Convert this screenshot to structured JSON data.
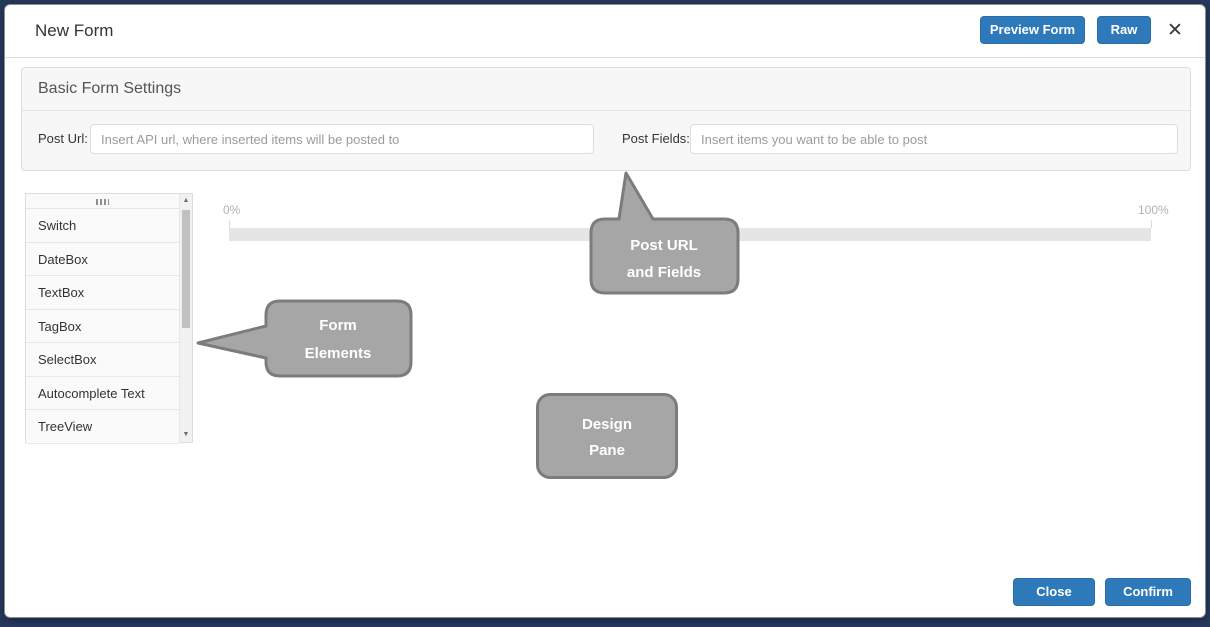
{
  "dialog": {
    "title": "New Form",
    "preview_button": "Preview Form",
    "raw_button": "Raw"
  },
  "icons": {
    "close": "✕",
    "scroll_up": "▲",
    "scroll_down": "▼"
  },
  "settings": {
    "title": "Basic Form Settings",
    "post_url": {
      "label": "Post Url:",
      "value": "",
      "placeholder": "Insert API url, where inserted items will be posted to"
    },
    "post_fields": {
      "label": "Post Fields:",
      "value": "",
      "placeholder": "Insert items you want to be able to post"
    }
  },
  "elements_list": {
    "items": [
      "Switch",
      "DateBox",
      "TextBox",
      "TagBox",
      "SelectBox",
      "Autocomplete Text",
      "TreeView"
    ]
  },
  "slider": {
    "min_label": "0%",
    "max_label": "100%"
  },
  "annotations": {
    "post_url_fields": {
      "line1": "Post URL",
      "line2": "and Fields"
    },
    "form_elements": {
      "line1": "Form",
      "line2": "Elements"
    },
    "design_pane": {
      "line1": "Design",
      "line2": "Pane"
    }
  },
  "footer": {
    "close_button": "Close",
    "confirm_button": "Confirm"
  },
  "colors": {
    "accent": "#2e79b9",
    "callout_fill": "#a6a6a6",
    "callout_border": "#7c7c7c",
    "backdrop": "#26385c",
    "slider_track": "#e5e5e5"
  }
}
